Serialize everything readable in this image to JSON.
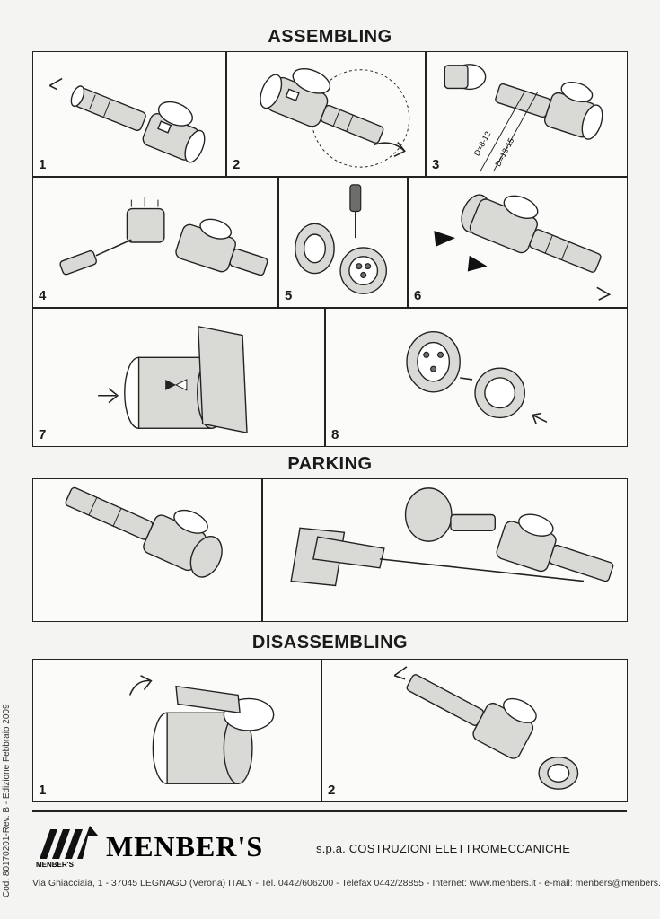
{
  "sections": {
    "assembling": "ASSEMBLING",
    "parking": "PARKING",
    "disassembling": "DISASSEMBLING"
  },
  "assembling_steps": [
    "1",
    "2",
    "3",
    "4",
    "5",
    "6",
    "7",
    "8"
  ],
  "step3_labels": {
    "d1": "D=8-12",
    "d2": "D=13-15"
  },
  "disassembling_steps": [
    "1",
    "2"
  ],
  "brand": {
    "logo_text": "MENBER'S",
    "logo_small": "MENBER'S",
    "company": "s.p.a. COSTRUZIONI ELETTROMECCANICHE",
    "address": "Via Ghiacciaia, 1 - 37045 LEGNAGO (Verona) ITALY - Tel. 0442/606200 - Telefax 0442/28855 - Internet: www.menbers.it - e-mail: menbers@menbers.it"
  },
  "side_code": "Cod. 80170201-Rev. B - Edizione Febbraio 2009"
}
